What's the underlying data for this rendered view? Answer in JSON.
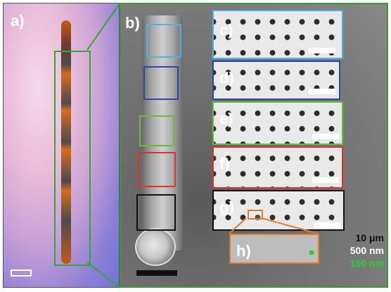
{
  "panels": {
    "a": "a)",
    "b": "b)",
    "c": "c)",
    "d": "d)",
    "e": "e)",
    "f": "f)",
    "g": "g)",
    "h": "h)"
  },
  "legend": {
    "black": "10 μm",
    "white": "500 nm",
    "green": "100 nm"
  },
  "colors": {
    "c": "#4fb2e0",
    "d": "#2f46a8",
    "e": "#6bbb3a",
    "f": "#e03030",
    "g": "#111111",
    "h": "#e07b2a",
    "frame": "#3a9a3a"
  }
}
